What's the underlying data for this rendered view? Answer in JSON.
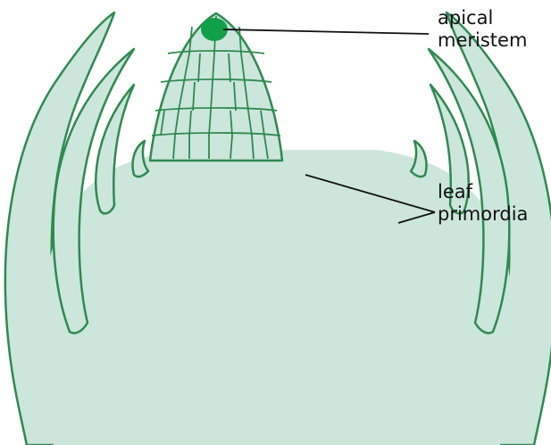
{
  "labels": {
    "apical_meristem": [
      "apical",
      "meristem"
    ],
    "leaf_primordia": [
      "leaf",
      "primordia"
    ]
  },
  "colors": {
    "tissue_fill": "#cce6dc",
    "outline": "#2f8a4f",
    "meristem_dot": "#11a04a",
    "leader_line": "#111111",
    "background": "#ffffff"
  }
}
